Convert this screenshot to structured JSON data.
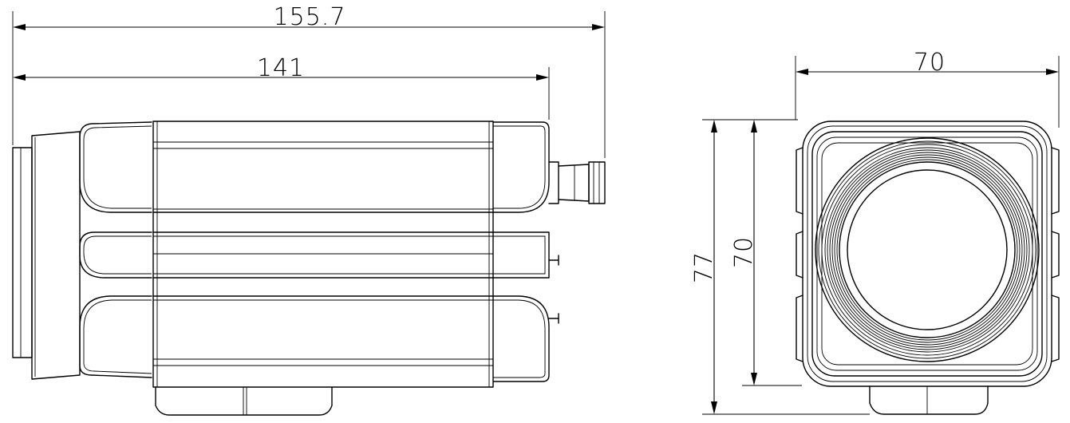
{
  "dimensions": {
    "overall_length": "155.7",
    "body_length": "141",
    "front_width": "70",
    "front_overall_height": "77",
    "front_body_height": "70"
  },
  "colors": {
    "line": "#000000",
    "background": "#ffffff"
  }
}
